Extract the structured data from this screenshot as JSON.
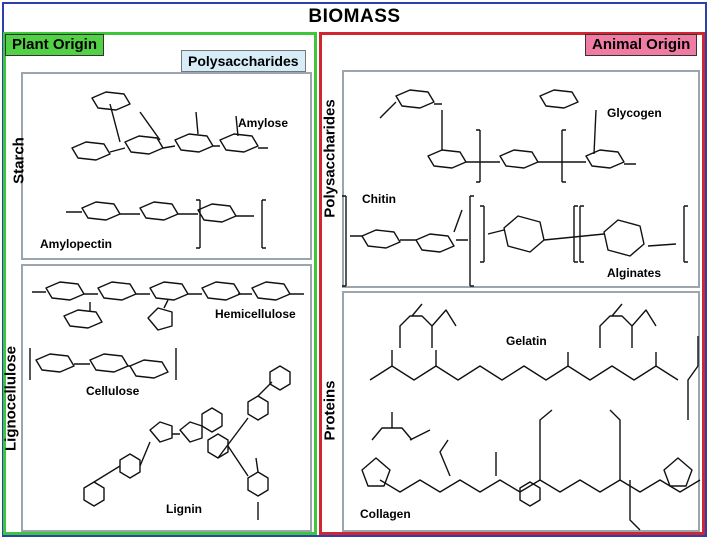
{
  "title": "BIOMASS",
  "plant": {
    "header": "Plant Origin",
    "polysaccharides_tag": "Polysaccharides",
    "starch": {
      "label": "Starch",
      "amylose": "Amylose",
      "amylopectin": "Amylopectin"
    },
    "lignocellulose": {
      "label": "Lignocellulose",
      "hemicellulose": "Hemicellulose",
      "cellulose": "Cellulose",
      "lignin": "Lignin"
    }
  },
  "animal": {
    "header": "Animal Origin",
    "polysaccharides": {
      "label": "Polysaccharides",
      "glycogen": "Glycogen",
      "chitin": "Chitin",
      "alginates": "Alginates"
    },
    "proteins": {
      "label": "Proteins",
      "gelatin": "Gelatin",
      "collagen": "Collagen"
    }
  },
  "colors": {
    "outer_border": "#2b3fae",
    "plant_border": "#3ec73a",
    "animal_border": "#d0262f",
    "plant_tag": "#52d146",
    "animal_tag": "#f07ca3",
    "poly_tag": "#d6ecf6",
    "box_border": "#9ba5ad"
  }
}
